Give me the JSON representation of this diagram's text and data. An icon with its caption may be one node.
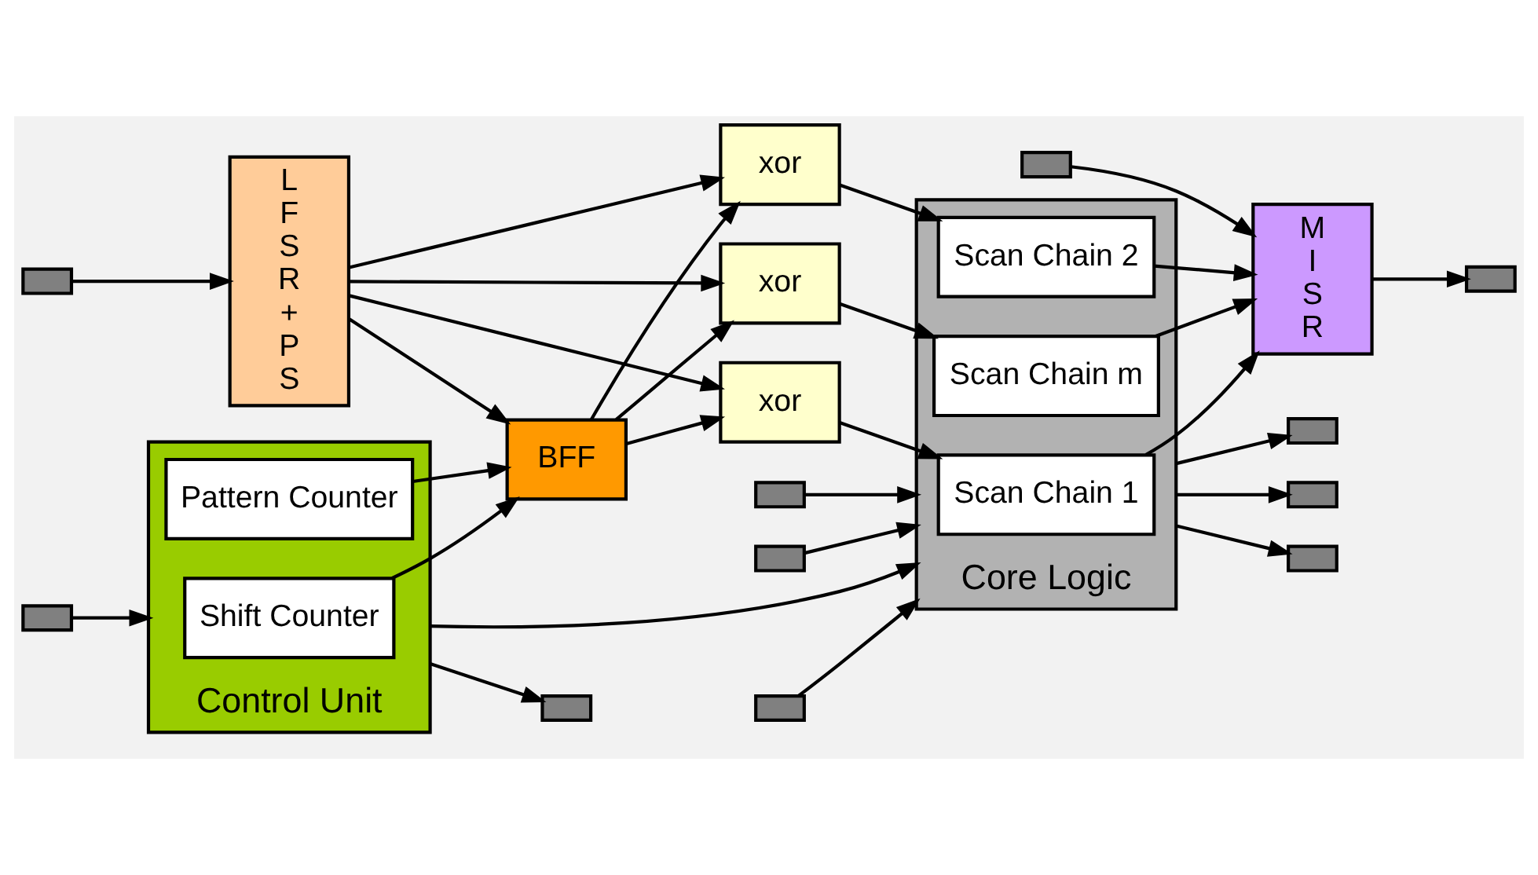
{
  "diagram": {
    "nodes": [
      {
        "text": [
          "L F S R + P S"
        ]
      },
      {
        "text": [
          "xor"
        ]
      },
      {
        "text": [
          "xor"
        ]
      },
      {
        "text": [
          "xor"
        ]
      },
      {
        "text": [
          "Core Logic"
        ]
      },
      {
        "text": [
          "Scan Chain 1"
        ],
        "in": 4
      },
      {
        "text": [
          "Scan Chain 2"
        ],
        "in": 4
      },
      {
        "text": [
          "Scan Chain m"
        ],
        "in": 4
      },
      {
        "text": [
          "M I S R"
        ]
      },
      {
        "text": [
          "BFF"
        ]
      },
      {
        "text": [
          "Control Unit"
        ]
      },
      {
        "text": [
          "Shift Counter"
        ],
        "in": 10
      },
      {
        "text": [
          "Pattern Counter"
        ],
        "in": 10
      },
      {
        "text": [],
        "shape": "box"
      },
      {
        "text": [],
        "shape": "box"
      },
      {
        "text": [],
        "shape": "box"
      },
      {
        "text": [],
        "shape": "box"
      },
      {
        "text": [],
        "shape": "box"
      },
      {
        "text": [],
        "shape": "box"
      },
      {
        "text": [],
        "shape": "box"
      },
      {
        "text": [],
        "shape": "box"
      },
      {
        "text": [],
        "shape": "box"
      },
      {
        "text": [],
        "shape": "box"
      },
      {
        "text": [],
        "shape": "box"
      }
    ],
    "edges": [
      {
        "from": 13,
        "to": 0,
        "arrow": "to"
      },
      {
        "from": 14,
        "to": 4,
        "arrow": "to"
      },
      {
        "from": 15,
        "to": 4,
        "arrow": "to"
      },
      {
        "from": 16,
        "to": 4,
        "arrow": "to"
      },
      {
        "from": 4,
        "to": 17,
        "arrow": "to"
      },
      {
        "from": 4,
        "to": 18,
        "arrow": "to"
      },
      {
        "from": 4,
        "to": 19,
        "arrow": "to"
      },
      {
        "from": 20,
        "to": 8,
        "arrow": "to"
      },
      {
        "from": 0,
        "to": 1,
        "arrow": "to"
      },
      {
        "from": 0,
        "to": 2,
        "arrow": "to"
      },
      {
        "from": 0,
        "to": 3,
        "arrow": "to"
      },
      {
        "from": 1,
        "to": 5,
        "arrow": "to"
      },
      {
        "from": 2,
        "to": 6,
        "arrow": "to"
      },
      {
        "from": 3,
        "to": 7,
        "arrow": "to"
      },
      {
        "from": 5,
        "to": 8,
        "arrow": "to"
      },
      {
        "from": 6,
        "to": 8,
        "arrow": "to"
      },
      {
        "from": 7,
        "to": 8,
        "arrow": "to"
      },
      {
        "from": 9,
        "to": 1,
        "arrow": "to"
      },
      {
        "from": 9,
        "to": 2,
        "arrow": "to"
      },
      {
        "from": 9,
        "to": 3,
        "arrow": "to"
      },
      {
        "from": 0,
        "to": 9,
        "arrow": "to"
      },
      {
        "from": 11,
        "to": 9,
        "arrow": "to"
      },
      {
        "from": 12,
        "to": 9,
        "arrow": "to"
      },
      {
        "from": 10,
        "to": 4,
        "arrow": "to"
      },
      {
        "from": 10,
        "to": 21,
        "arrow": "to"
      },
      {
        "from": 22,
        "to": 10,
        "arrow": "to"
      },
      {
        "from": 8,
        "to": 23,
        "arrow": "to"
      }
    ]
  }
}
